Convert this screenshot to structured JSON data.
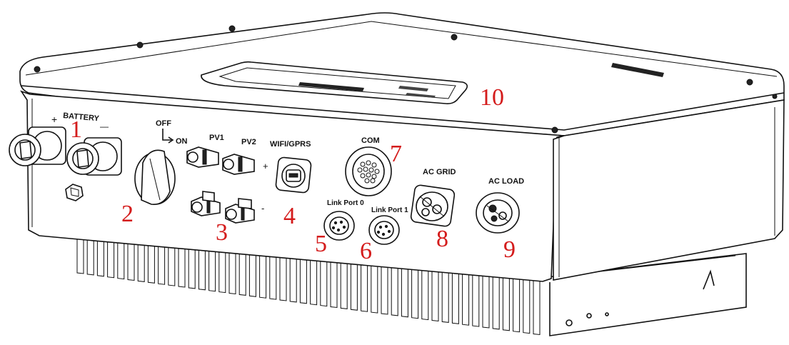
{
  "labels": {
    "battery": "BATTERY",
    "plus": "+",
    "minus": "—",
    "off": "OFF",
    "on": "ON",
    "pv1": "PV1",
    "pv2": "PV2",
    "pv_plus": "+",
    "pv_minus": "-",
    "wifi": "WIFI/GPRS",
    "com": "COM",
    "ac_grid": "AC GRID",
    "ac_load": "AC LOAD",
    "link0": "Link Port 0",
    "link1": "Link Port 1"
  },
  "callouts": [
    "1",
    "2",
    "3",
    "4",
    "5",
    "6",
    "7",
    "8",
    "9",
    "10"
  ],
  "colors": {
    "callout": "#d41c1c",
    "line": "#111111"
  }
}
